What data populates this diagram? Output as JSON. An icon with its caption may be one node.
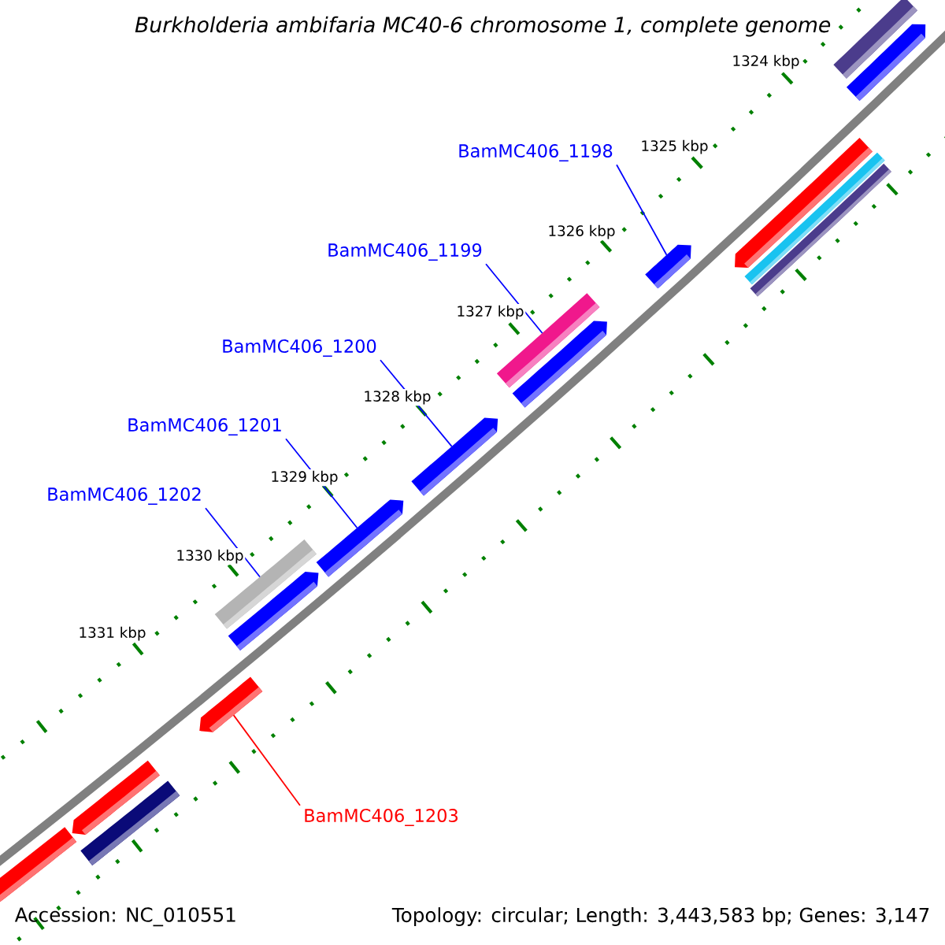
{
  "diagram": {
    "title": "Burkholderia ambifaria MC40-6 chromosome 1, complete genome",
    "nodes": [
      {
        "text": [
          "BamMC406_1198"
        ]
      },
      {
        "text": [
          "BamMC406_1199"
        ]
      },
      {
        "text": [
          "BamMC406_1200"
        ]
      },
      {
        "text": [
          "BamMC406_1201"
        ]
      },
      {
        "text": [
          "BamMC406_1202"
        ]
      },
      {
        "text": [
          "BamMC406_1203"
        ]
      },
      {
        "text": [],
        "shape": "bar"
      },
      {
        "text": [],
        "shape": "bar"
      },
      {
        "text": [],
        "shape": "bar"
      },
      {
        "text": [],
        "shape": "bar"
      },
      {
        "text": [],
        "shape": "bar"
      },
      {
        "text": [],
        "shape": "bar"
      },
      {
        "text": [],
        "shape": "bar"
      },
      {
        "text": [],
        "shape": "bar"
      },
      {
        "text": [],
        "shape": "bar"
      },
      {
        "text": [],
        "shape": "bar"
      },
      {
        "text": [],
        "shape": "bar"
      },
      {
        "text": [],
        "shape": "bar"
      },
      {
        "text": [],
        "shape": "bar"
      },
      {
        "text": [],
        "shape": "bar"
      },
      {
        "text": [],
        "shape": "bar"
      },
      {
        "text": [],
        "shape": "bar"
      }
    ],
    "edges": [
      {
        "from": 0,
        "to": 11,
        "arrow": "none"
      },
      {
        "from": 1,
        "to": 12,
        "arrow": "none"
      },
      {
        "from": 2,
        "to": 14,
        "arrow": "none"
      },
      {
        "from": 3,
        "to": 15,
        "arrow": "none"
      },
      {
        "from": 4,
        "to": 16,
        "arrow": "none"
      },
      {
        "from": 5,
        "to": 18,
        "arrow": "none",
        "color": "#ff0000"
      }
    ],
    "labels": [
      "1324 kbp",
      "1325 kbp",
      "1326 kbp",
      "1327 kbp",
      "1328 kbp",
      "1329 kbp",
      "1330 kbp",
      "1331 kbp",
      "Accession: NC_010551",
      "Topology: circular; Length: 3,443,583 bp; Genes: 3,147"
    ]
  }
}
